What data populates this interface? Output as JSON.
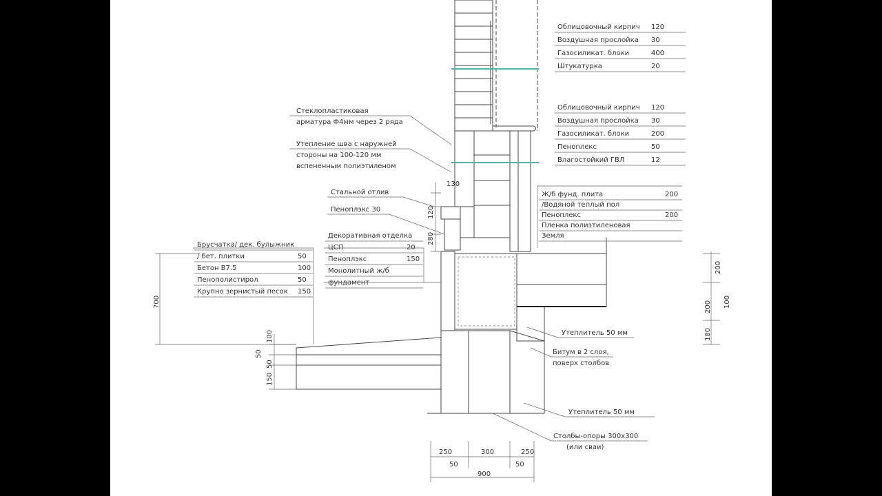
{
  "wall_table_upper": [
    {
      "name": "Облицовочный кирпич",
      "value": "120"
    },
    {
      "name": "Воздушная прослойка",
      "value": "30"
    },
    {
      "name": "Газосиликат. блоки",
      "value": "400"
    },
    {
      "name": "Штукатурка",
      "value": "20"
    }
  ],
  "wall_table_lower": [
    {
      "name": "Облицовочный кирпич",
      "value": "120"
    },
    {
      "name": "Воздушная прослойка",
      "value": "30"
    },
    {
      "name": "Газосиликат. блоки",
      "value": "200"
    },
    {
      "name": "Пеноплекс",
      "value": "50"
    },
    {
      "name": "Влагостойкий ГВЛ",
      "value": "12"
    }
  ],
  "floor_table": [
    {
      "name": "Ж/б фунд. плита",
      "value": "200"
    },
    {
      "name": "/Водяной теплый пол",
      "value": ""
    },
    {
      "name": "Пеноплекс",
      "value": "200"
    },
    {
      "name": "Пленка полиэтиленовая",
      "value": ""
    },
    {
      "name": "Земля",
      "value": ""
    }
  ],
  "paving_table": [
    {
      "name": "Брусчатка/ дек. булыжник",
      "value": ""
    },
    {
      "name": "/ бет. плитки",
      "value": "50"
    },
    {
      "name": "Бетон В7.5",
      "value": "100"
    },
    {
      "name": "Пенополистирол",
      "value": "50"
    },
    {
      "name": "Крупно зернистый песок",
      "value": "150"
    }
  ],
  "finish_table": [
    {
      "name": "Декоративная отделка",
      "value": ""
    },
    {
      "name": "ЦСП",
      "value": "20"
    },
    {
      "name": "Пеноплэкс",
      "value": "150"
    },
    {
      "name": "Монолитный ж/б",
      "value": ""
    },
    {
      "name": "фундамент",
      "value": ""
    }
  ],
  "notes": {
    "rebar_1": "Стеклопластиковая",
    "rebar_2": "арматура Ф4мм через 2 ряда",
    "seam_1": "Утепление шва с наружней",
    "seam_2": "стороны на 100-120 мм",
    "seam_3": "вспененным полиэтиленом",
    "drip": "Стальной отлив",
    "penoplex": "Пеноплэкс 30",
    "insul_1": "Утеплитель 50 мм",
    "bitumen_1": "Битум в 2 слоя,",
    "bitumen_2": "поверх столбов",
    "insul_2": "Утеплитель 50 мм",
    "pillars_1": "Столбы-опоры 300х300",
    "pillars_2": "(или сваи)"
  },
  "dims": {
    "d130": "130",
    "d120": "120",
    "d280": "280",
    "d700": "700",
    "l100": "100",
    "l50a": "50",
    "l50b": "50",
    "l150": "150",
    "r200a": "200",
    "r200b": "200",
    "r100": "100",
    "r180": "180",
    "b250a": "250",
    "b300": "300",
    "b250b": "250",
    "b50a": "50",
    "b50b": "50",
    "b900": "900"
  }
}
